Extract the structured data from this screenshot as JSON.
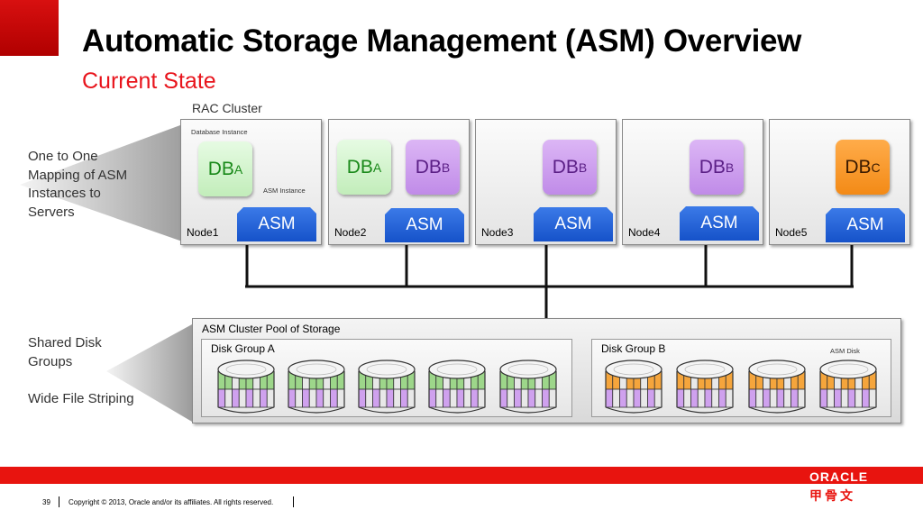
{
  "slide": {
    "title": "Automatic Storage Management (ASM) Overview",
    "subtitle": "Current State",
    "page_number": "39",
    "copyright": "Copyright © 2013, Oracle and/or its affiliates. All rights reserved.",
    "brand": "ORACLE",
    "brand_cn": "甲骨文"
  },
  "left_notes": {
    "top": [
      "One to One",
      "Mapping of ASM",
      "Instances to",
      "Servers"
    ],
    "bottom_1": [
      "Shared Disk",
      "Groups"
    ],
    "bottom_2": "Wide File Striping"
  },
  "cluster": {
    "label": "RAC Cluster",
    "db_instance_callout": "Database Instance",
    "asm_instance_callout": "ASM Instance",
    "nodes": [
      {
        "name": "Node1",
        "asm": "ASM",
        "dbs": [
          {
            "base": "DB",
            "sub": "A",
            "color": "green"
          }
        ]
      },
      {
        "name": "Node2",
        "asm": "ASM",
        "dbs": [
          {
            "base": "DB",
            "sub": "A",
            "color": "green"
          },
          {
            "base": "DB",
            "sub": "B",
            "color": "purple"
          }
        ]
      },
      {
        "name": "Node3",
        "asm": "ASM",
        "dbs": [
          {
            "base": "DB",
            "sub": "B",
            "color": "purple"
          }
        ]
      },
      {
        "name": "Node4",
        "asm": "ASM",
        "dbs": [
          {
            "base": "DB",
            "sub": "B",
            "color": "purple"
          }
        ]
      },
      {
        "name": "Node5",
        "asm": "ASM",
        "dbs": [
          {
            "base": "DB",
            "sub": "C",
            "color": "orange"
          }
        ]
      }
    ]
  },
  "storage": {
    "pool_label": "ASM Cluster Pool of Storage",
    "asm_disk_callout": "ASM Disk",
    "groups": [
      {
        "label": "Disk Group A",
        "disk_count": 5,
        "stripe_colors": [
          "#9dd68a",
          "#cfa1ee"
        ]
      },
      {
        "label": "Disk Group B",
        "disk_count": 4,
        "stripe_colors": [
          "#f5a53c",
          "#cfa1ee"
        ]
      }
    ]
  },
  "colors": {
    "accent_red": "#e8141c",
    "asm_blue": "#1e5fd6",
    "db_green": "#c8f0c0",
    "db_purple": "#c58fec",
    "db_orange": "#f7921e"
  }
}
